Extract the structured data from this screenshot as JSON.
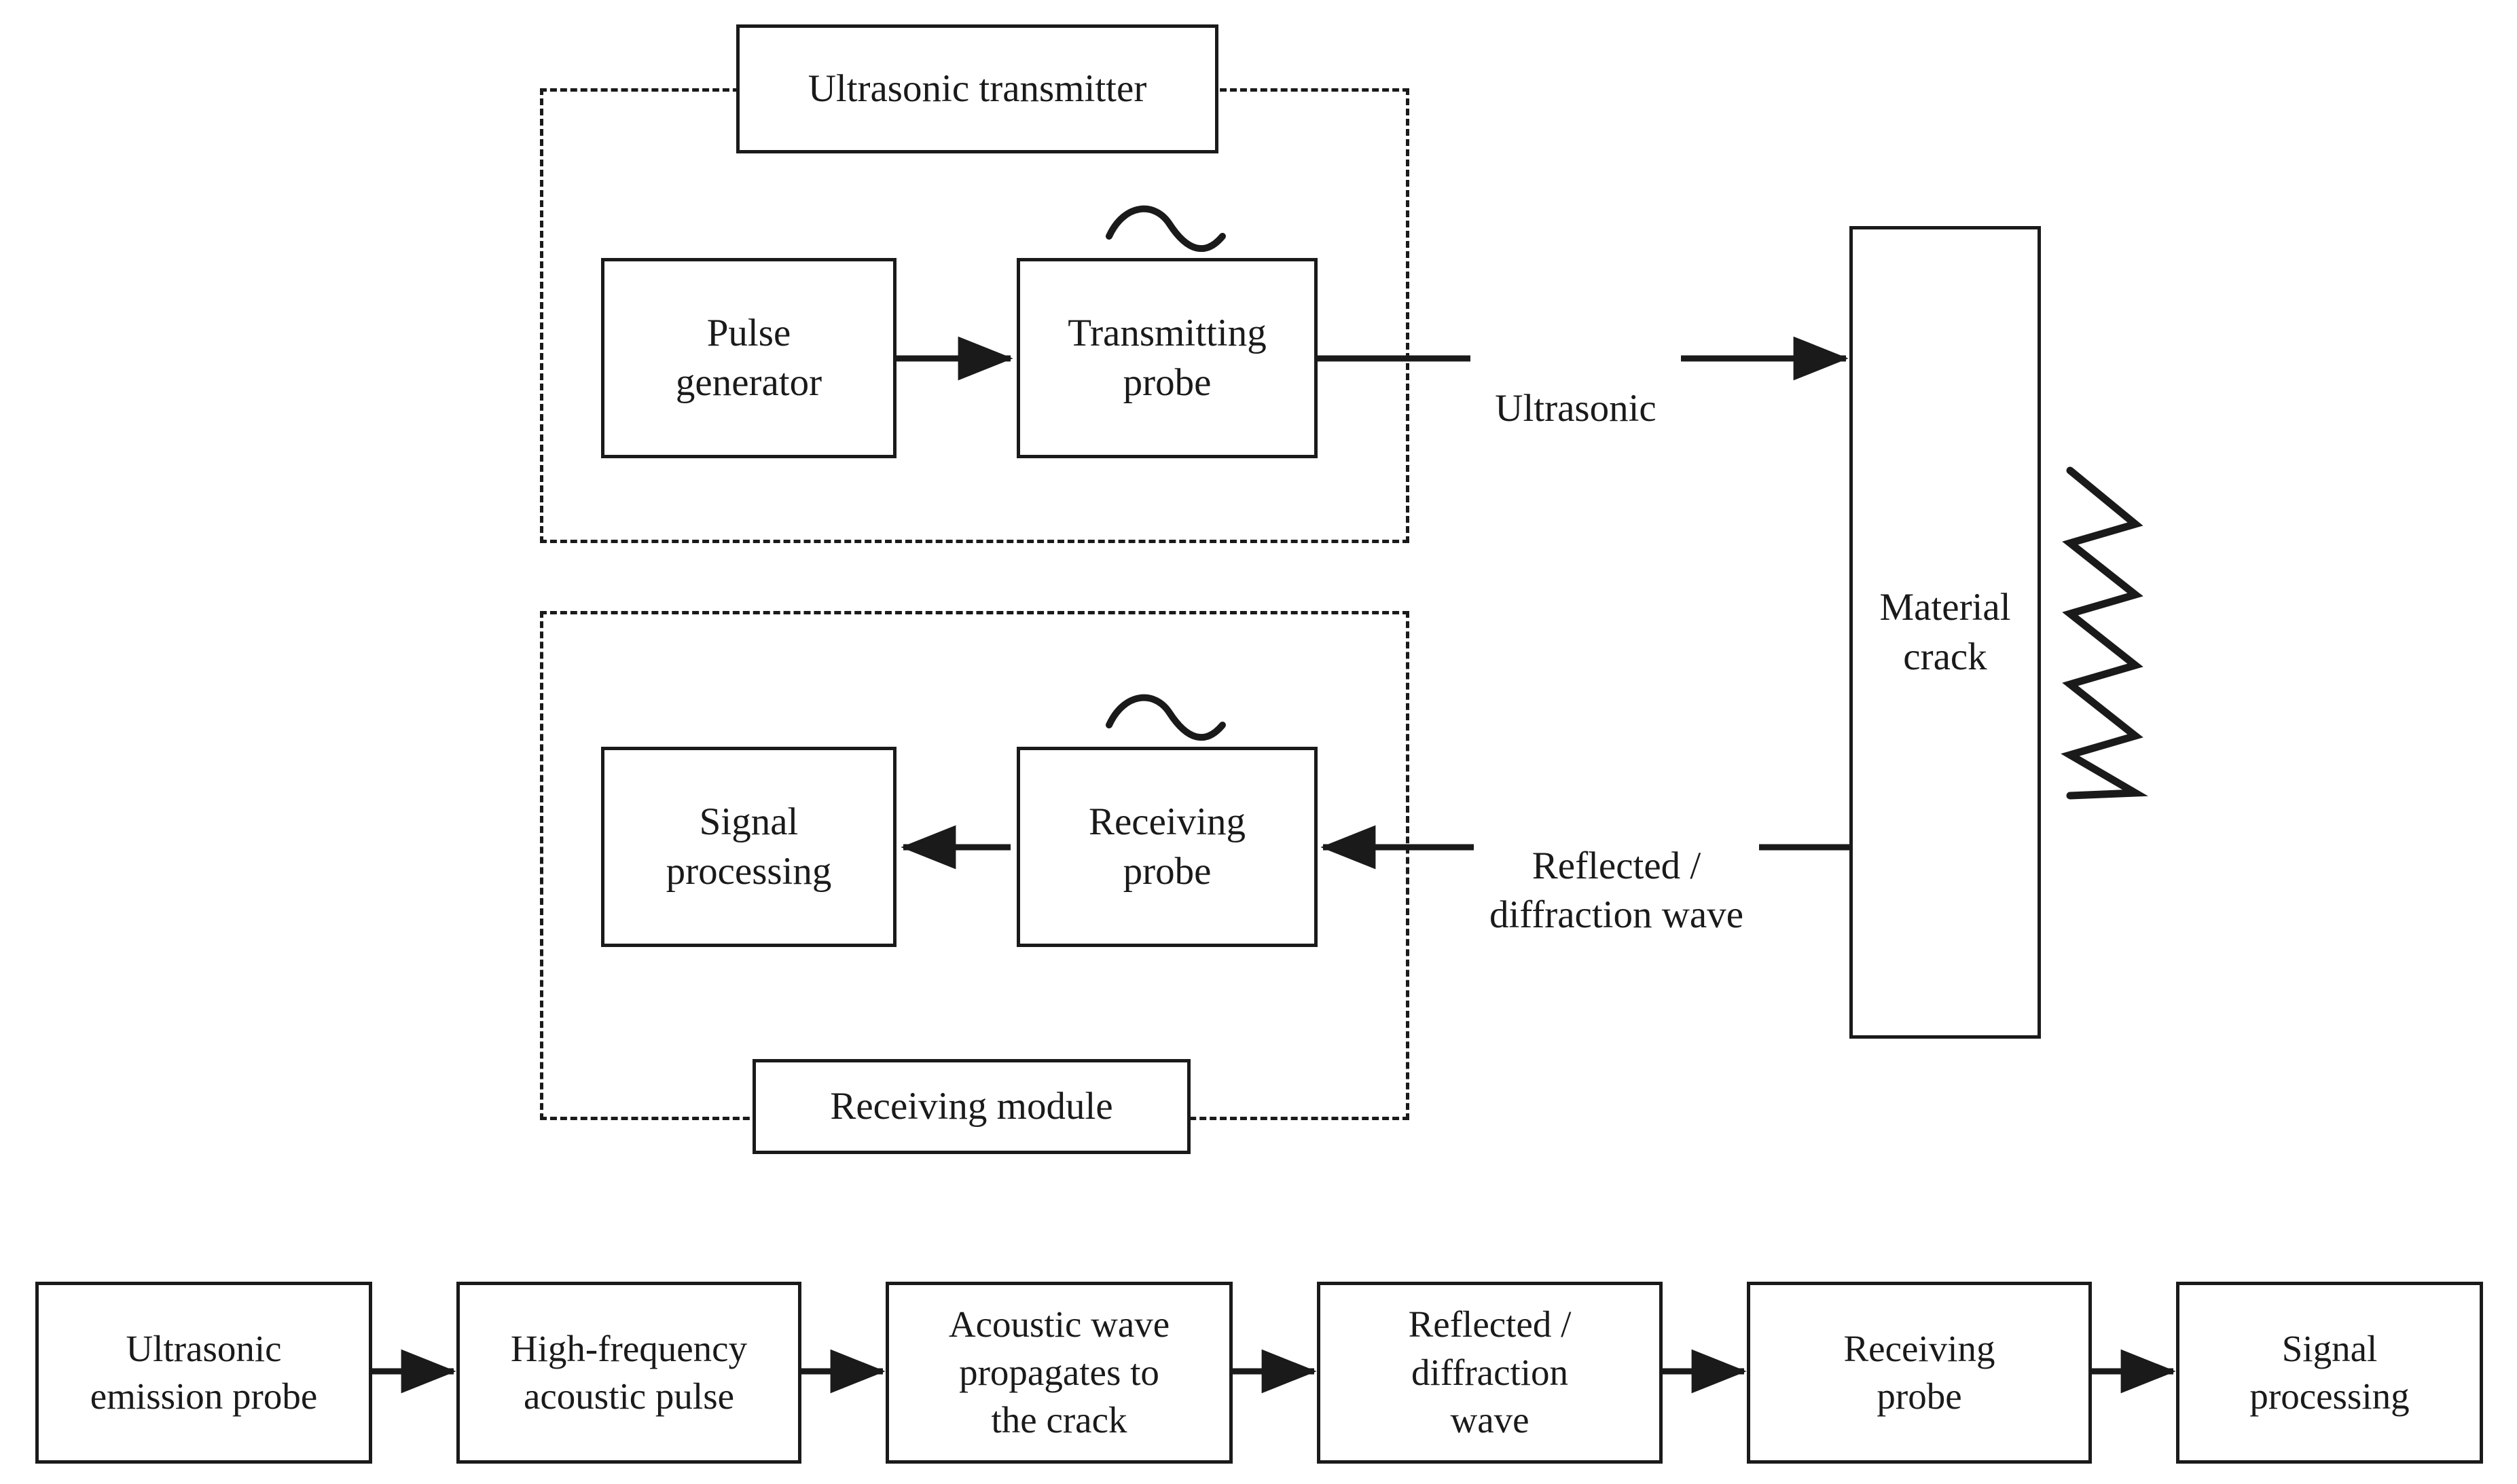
{
  "diagram": {
    "title": "Ultrasonic crack detection block diagram and signal flow",
    "stroke_color": "#1a1a1a",
    "background_color": "#ffffff"
  },
  "groups": [
    {
      "id": "transmitter",
      "label": "Ultrasonic transmitter",
      "style": "dashed"
    },
    {
      "id": "receiver",
      "label": "Receiving module",
      "style": "dashed"
    }
  ],
  "transmitter_section": {
    "group_label": "Ultrasonic transmitter",
    "blocks": [
      {
        "id": "pulse-generator",
        "label": "Pulse\ngenerator"
      },
      {
        "id": "transmitting-probe",
        "label": "Transmitting\nprobe"
      }
    ],
    "wave_icon": "sine-wave-icon",
    "output_label": "Ultrasonic"
  },
  "receiver_section": {
    "group_label": "Receiving module",
    "blocks": [
      {
        "id": "signal-processing",
        "label": "Signal\nprocessing"
      },
      {
        "id": "receiving-probe",
        "label": "Receiving\nprobe"
      }
    ],
    "wave_icon": "sine-wave-icon",
    "input_label": "Reflected /\ndiffraction wave"
  },
  "specimen": {
    "label": "Material\ncrack",
    "crack_icon": "zigzag-crack-icon"
  },
  "flow_chain": {
    "steps": [
      {
        "id": "step-1",
        "label": "Ultrasonic\nemission probe"
      },
      {
        "id": "step-2",
        "label": "High-frequency\nacoustic pulse"
      },
      {
        "id": "step-3",
        "label": "Acoustic wave\npropagates to\nthe crack"
      },
      {
        "id": "step-4",
        "label": "Reflected /\ndiffraction\nwave"
      },
      {
        "id": "step-5",
        "label": "Receiving\nprobe"
      },
      {
        "id": "step-6",
        "label": "Signal\nprocessing"
      }
    ]
  }
}
